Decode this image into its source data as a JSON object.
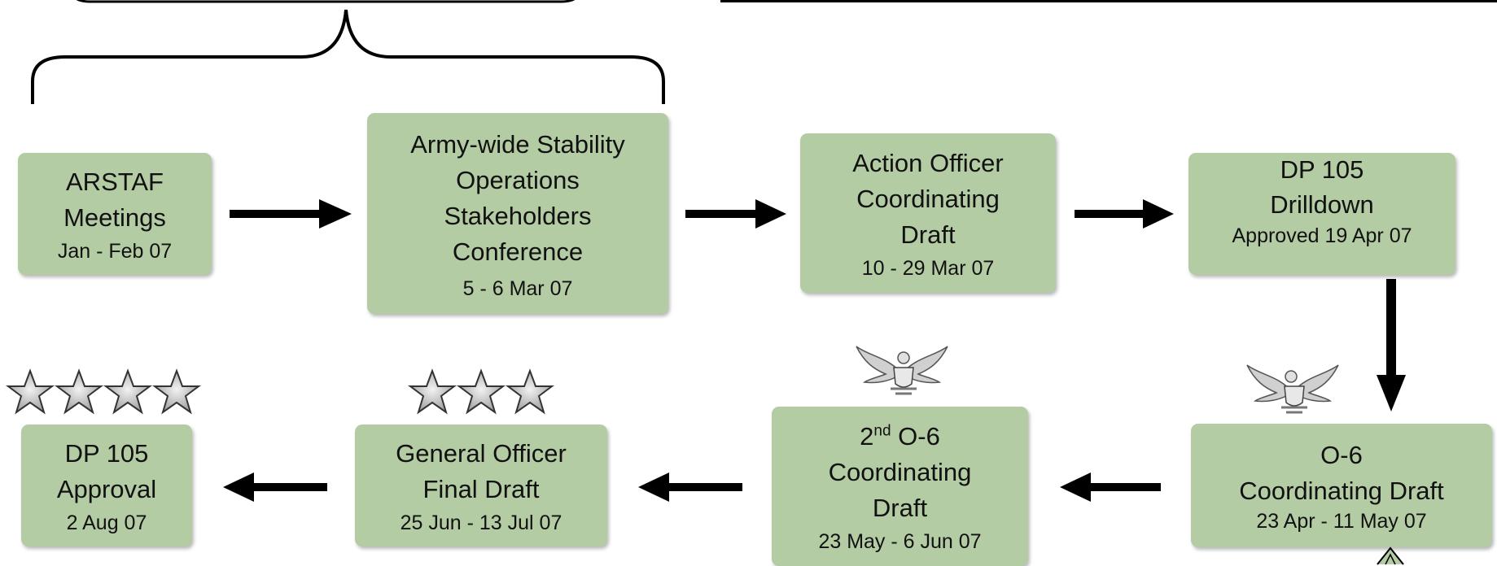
{
  "steps": [
    {
      "title": "ARSTAF Meetings",
      "date": "Jan - Feb 07"
    },
    {
      "title": "Army-wide Stability Operations Stakeholders Conference",
      "date": "5 - 6 Mar 07"
    },
    {
      "title": "Action Officer Coordinating Draft",
      "date": "10 - 29 Mar 07"
    },
    {
      "title_line1": "DP 105",
      "title_line2": "Drilldown",
      "date": "Approved 19 Apr 07"
    },
    {
      "title_line1": "O-6",
      "title_line2": "Coordinating Draft",
      "date": "23 Apr - 11 May 07",
      "insignia": "colonel-eagle"
    },
    {
      "title_ordinal": "2",
      "title_ordinal_suffix": "nd",
      "title_rest": "O-6 Coordinating Draft",
      "date": "23 May - 6 Jun 07",
      "insignia": "colonel-eagle"
    },
    {
      "title": "General Officer Final Draft",
      "date": "25 Jun - 13 Jul 07",
      "insignia": "three-stars"
    },
    {
      "title": "DP 105 Approval",
      "date": "2 Aug 07",
      "insignia": "four-stars"
    }
  ],
  "colors": {
    "box_fill": "#b4cca4",
    "arrow": "#000000",
    "star": "#bcbcbc"
  }
}
